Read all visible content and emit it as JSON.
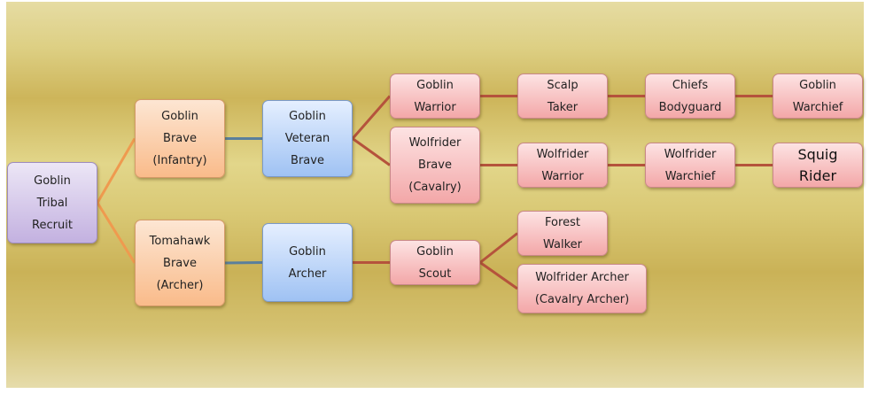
{
  "diagram": {
    "title": "Goblin unit upgrade tree",
    "colors": {
      "tier1": "#c3b1e0",
      "tier2": "#f9bb8a",
      "tier3": "#9fc2f3",
      "tier4": "#f3a7a8",
      "link_orange": "#ef9a4f",
      "link_blue": "#5a7f9c",
      "link_red": "#b5533c"
    },
    "nodes": [
      {
        "id": "recruit",
        "lines": [
          "Goblin",
          "Tribal",
          "Recruit"
        ]
      },
      {
        "id": "brave",
        "lines": [
          "Goblin",
          "Brave",
          "(Infantry)"
        ]
      },
      {
        "id": "tomahawk",
        "lines": [
          "Tomahawk",
          "Brave",
          "(Archer)"
        ]
      },
      {
        "id": "veteran",
        "lines": [
          "Goblin",
          "Veteran",
          "Brave"
        ]
      },
      {
        "id": "archer",
        "lines": [
          "Goblin",
          "Archer"
        ]
      },
      {
        "id": "warrior",
        "lines": [
          "Goblin",
          "Warrior"
        ]
      },
      {
        "id": "wolfbrave",
        "lines": [
          "Wolfrider",
          "Brave",
          "(Cavalry)"
        ]
      },
      {
        "id": "scout",
        "lines": [
          "Goblin",
          "Scout"
        ]
      },
      {
        "id": "scalp",
        "lines": [
          "Scalp",
          "Taker"
        ]
      },
      {
        "id": "wolfwarrior",
        "lines": [
          "Wolfrider",
          "Warrior"
        ]
      },
      {
        "id": "forest",
        "lines": [
          "Forest",
          "Walker"
        ]
      },
      {
        "id": "wolfarcher",
        "lines": [
          "Wolfrider Archer",
          "(Cavalry Archer)"
        ]
      },
      {
        "id": "bodyguard",
        "lines": [
          "Chiefs",
          "Bodyguard"
        ]
      },
      {
        "id": "wolfwarchief",
        "lines": [
          "Wolfrider",
          "Warchief"
        ]
      },
      {
        "id": "warchief",
        "lines": [
          "Goblin",
          "Warchief"
        ]
      },
      {
        "id": "squig",
        "lines": [
          "Squig",
          "Rider"
        ]
      }
    ],
    "edges": [
      {
        "from": "recruit",
        "to": "brave",
        "color": "link_orange"
      },
      {
        "from": "recruit",
        "to": "tomahawk",
        "color": "link_orange"
      },
      {
        "from": "brave",
        "to": "veteran",
        "color": "link_blue"
      },
      {
        "from": "tomahawk",
        "to": "archer",
        "color": "link_blue"
      },
      {
        "from": "veteran",
        "to": "warrior",
        "color": "link_red"
      },
      {
        "from": "veteran",
        "to": "wolfbrave",
        "color": "link_red"
      },
      {
        "from": "archer",
        "to": "scout",
        "color": "link_red"
      },
      {
        "from": "warrior",
        "to": "scalp",
        "color": "link_red"
      },
      {
        "from": "wolfbrave",
        "to": "wolfwarrior",
        "color": "link_red"
      },
      {
        "from": "scout",
        "to": "forest",
        "color": "link_red"
      },
      {
        "from": "scout",
        "to": "wolfarcher",
        "color": "link_red"
      },
      {
        "from": "scalp",
        "to": "bodyguard",
        "color": "link_red"
      },
      {
        "from": "wolfwarrior",
        "to": "wolfwarchief",
        "color": "link_red"
      },
      {
        "from": "bodyguard",
        "to": "warchief",
        "color": "link_red"
      },
      {
        "from": "wolfwarchief",
        "to": "squig",
        "color": "link_red"
      }
    ]
  }
}
